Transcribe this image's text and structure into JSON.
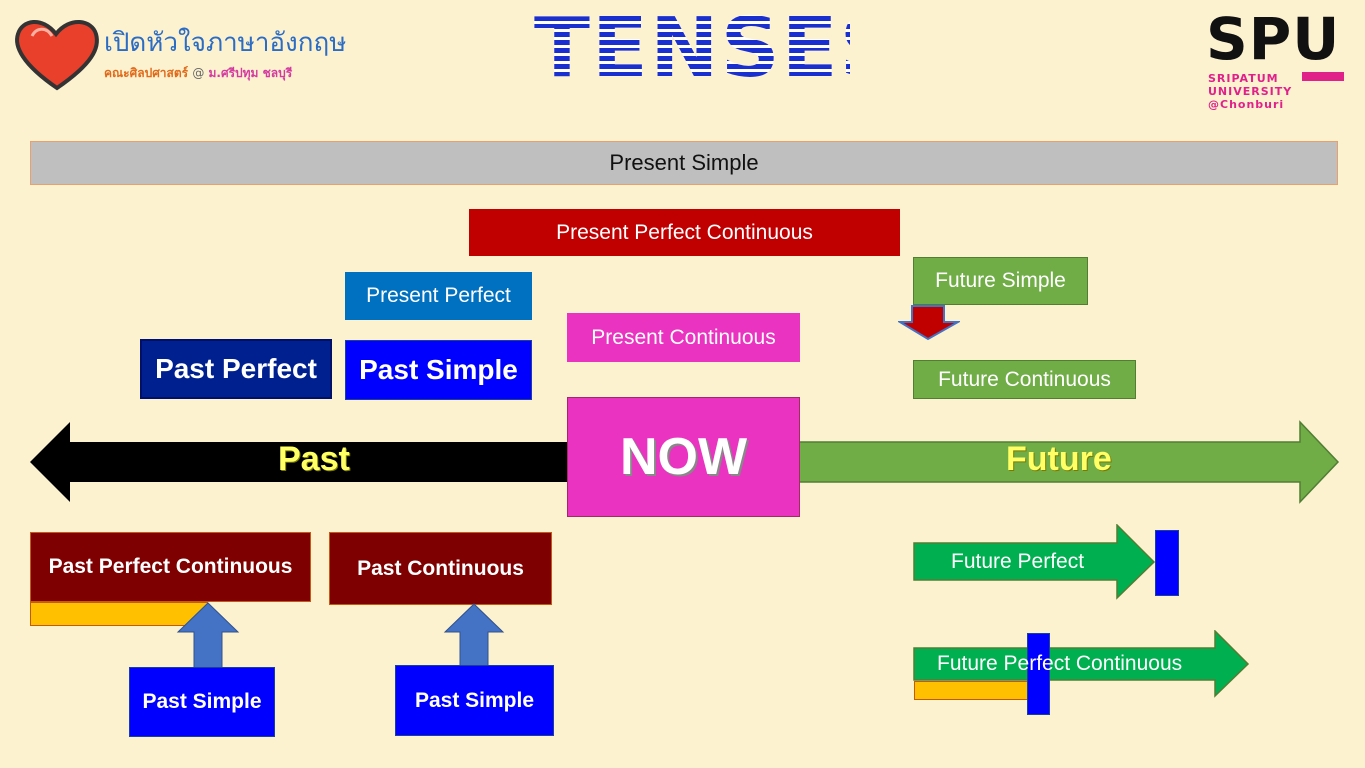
{
  "header": {
    "logo_title": "เปิดหัวใจภาษาอังกฤษ",
    "logo_sub_faculty": "คณะศิลปศาสตร์",
    "logo_sub_at": "@",
    "logo_sub_uni": "ม.ศรีปทุม ชลบุรี",
    "title": "TENSES",
    "spu_name": "SPU",
    "spu_line1": "SRIPATUM",
    "spu_line2": "UNIVERSITY",
    "spu_line3": "@Chonburi"
  },
  "timeline": {
    "past_label": "Past",
    "now_label": "NOW",
    "future_label": "Future"
  },
  "tenses": {
    "present_simple": "Present Simple",
    "present_perfect_continuous": "Present Perfect Continuous",
    "present_perfect": "Present Perfect",
    "past_perfect": "Past Perfect",
    "past_simple_top": "Past Simple",
    "present_continuous": "Present Continuous",
    "future_simple": "Future Simple",
    "future_continuous": "Future Continuous",
    "past_perfect_continuous": "Past Perfect Continuous",
    "past_continuous": "Past Continuous",
    "past_simple_left": "Past Simple",
    "past_simple_right": "Past Simple",
    "future_perfect": "Future Perfect",
    "future_perfect_continuous": "Future Perfect Continuous"
  },
  "colors": {
    "background": "#fdf2d0",
    "past_arrow": "#000000",
    "future_arrow": "#70ad47",
    "now": "#ea33c0",
    "future_perfect_arrow": "#00b050"
  }
}
